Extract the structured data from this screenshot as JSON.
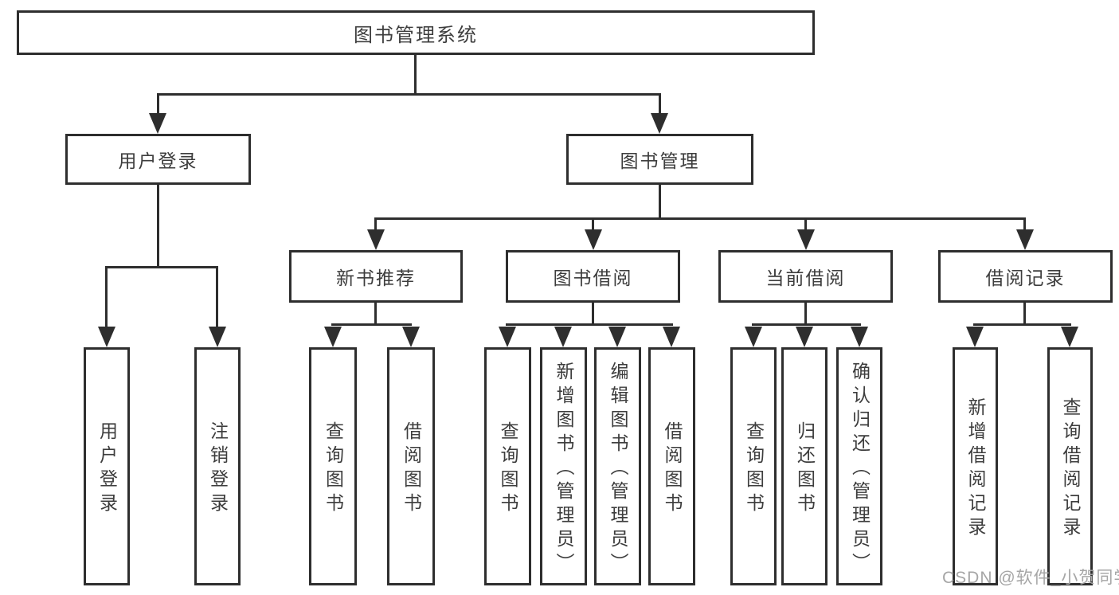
{
  "diagram": {
    "root": {
      "label": "图书管理系统"
    },
    "level2": [
      {
        "label": "用户登录"
      },
      {
        "label": "图书管理"
      }
    ],
    "level3": [
      {
        "label": "新书推荐"
      },
      {
        "label": "图书借阅"
      },
      {
        "label": "当前借阅"
      },
      {
        "label": "借阅记录"
      }
    ],
    "leaf_groups": [
      {
        "parent": "用户登录",
        "items": [
          {
            "label": "用户登录"
          },
          {
            "label": "注销登录"
          }
        ]
      },
      {
        "parent": "新书推荐",
        "items": [
          {
            "label": "查询图书"
          },
          {
            "label": "借阅图书"
          }
        ]
      },
      {
        "parent": "图书借阅",
        "items": [
          {
            "label": "查询图书"
          },
          {
            "label": "新增图书（管理员）"
          },
          {
            "label": "编辑图书（管理员）"
          },
          {
            "label": "借阅图书"
          }
        ]
      },
      {
        "parent": "当前借阅",
        "items": [
          {
            "label": "查询图书"
          },
          {
            "label": "归还图书"
          },
          {
            "label": "确认归还（管理员）"
          }
        ]
      },
      {
        "parent": "借阅记录",
        "items": [
          {
            "label": "新增借阅记录"
          },
          {
            "label": "查询借阅记录"
          }
        ]
      }
    ]
  },
  "watermark": {
    "text": "CSDN @软件_小贺同学"
  },
  "colors": {
    "line": "#2e2e2e",
    "box_border": "#2e2e2e",
    "text": "#3d3d3d",
    "watermark": "#a6a6a6",
    "background": "#ffffff"
  }
}
